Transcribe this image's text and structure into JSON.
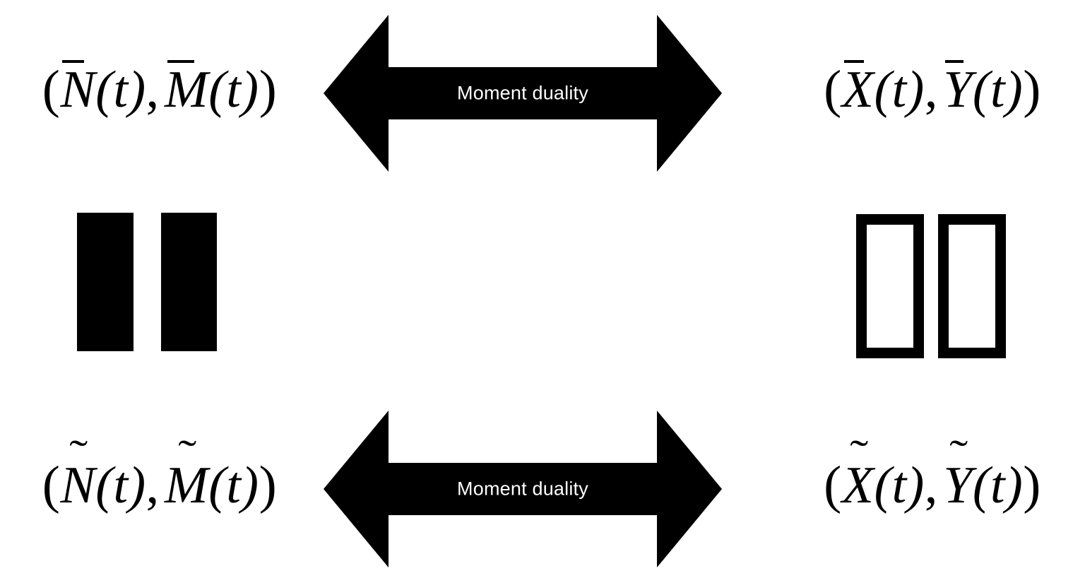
{
  "diagram": {
    "title": "Moment duality commutative diagram",
    "background_color": "#ffffff",
    "ink_color": "#000000",
    "label_text_color": "#ffffff"
  },
  "nodes": {
    "top_left": {
      "name": "bar-N-bar-M",
      "text": "(N̄(t), M̄(t))",
      "open_paren": "(",
      "var1": "N",
      "var1_accent": "bar",
      "arg1": "(t)",
      "comma": ",",
      "var2": "M",
      "var2_accent": "bar",
      "arg2": "(t)",
      "close_paren": ")"
    },
    "top_right": {
      "name": "bar-X-bar-Y",
      "text": "(X̄(t), Ȳ(t))",
      "open_paren": "(",
      "var1": "X",
      "var1_accent": "bar",
      "arg1": "(t)",
      "comma": ",",
      "var2": "Y",
      "var2_accent": "bar",
      "arg2": "(t)",
      "close_paren": ")"
    },
    "bottom_left": {
      "name": "tilde-N-tilde-M",
      "text": "(Ñ(t), M̃(t))",
      "open_paren": "(",
      "var1": "N",
      "var1_accent": "tilde",
      "arg1": "(t)",
      "comma": ",",
      "var2": "M",
      "var2_accent": "tilde",
      "arg2": "(t)",
      "close_paren": ")"
    },
    "bottom_right": {
      "name": "tilde-X-tilde-Y",
      "text": "(X̃(t), Ỹ(t))",
      "open_paren": "(",
      "var1": "X",
      "var1_accent": "tilde",
      "arg1": "(t)",
      "comma": ",",
      "var2": "Y",
      "var2_accent": "tilde",
      "arg2": "(t)",
      "close_paren": ")"
    }
  },
  "arrows": {
    "top": {
      "label": "Moment duality",
      "style": "double-headed",
      "fill": "#000000"
    },
    "bottom": {
      "label": "Moment duality",
      "style": "double-headed",
      "fill": "#000000"
    }
  },
  "connectors": {
    "left": {
      "glyph": "parallel-bars-filled",
      "bar_count": 2,
      "fill": "#000000"
    },
    "right": {
      "glyph": "parallel-bars-hollow",
      "bar_count": 2,
      "stroke": "#000000"
    }
  }
}
